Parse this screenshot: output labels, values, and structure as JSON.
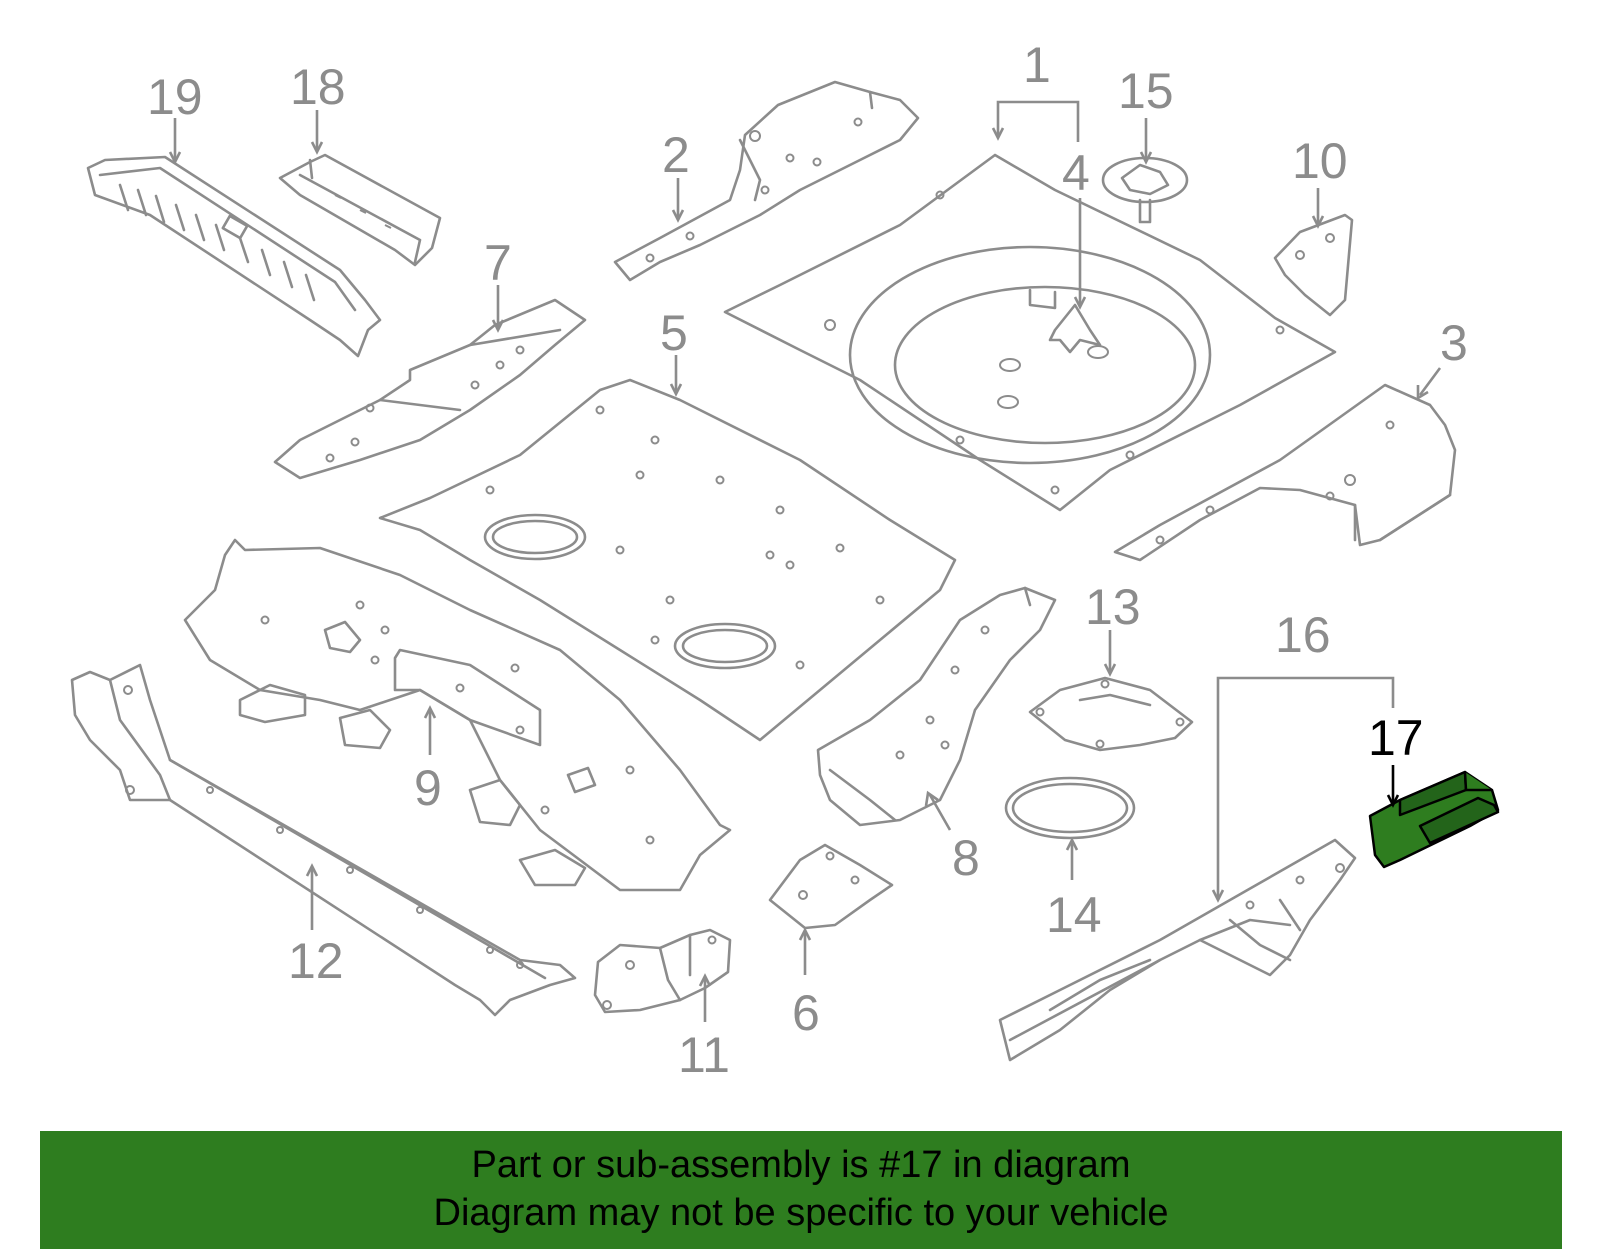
{
  "callouts": {
    "c1": "1",
    "c2": "2",
    "c3": "3",
    "c4": "4",
    "c5": "5",
    "c6": "6",
    "c7": "7",
    "c8": "8",
    "c9": "9",
    "c10": "10",
    "c11": "11",
    "c12": "12",
    "c13": "13",
    "c14": "14",
    "c15": "15",
    "c16": "16",
    "c17": "17",
    "c18": "18",
    "c19": "19"
  },
  "highlighted_part": "17",
  "colors": {
    "highlight": "#2e7d1f",
    "line": "#8c8c8c",
    "banner": "#2e7d1f"
  },
  "banner": {
    "line1": "Part or sub-assembly is #17 in diagram",
    "line2": "Diagram may not be specific to your vehicle"
  }
}
